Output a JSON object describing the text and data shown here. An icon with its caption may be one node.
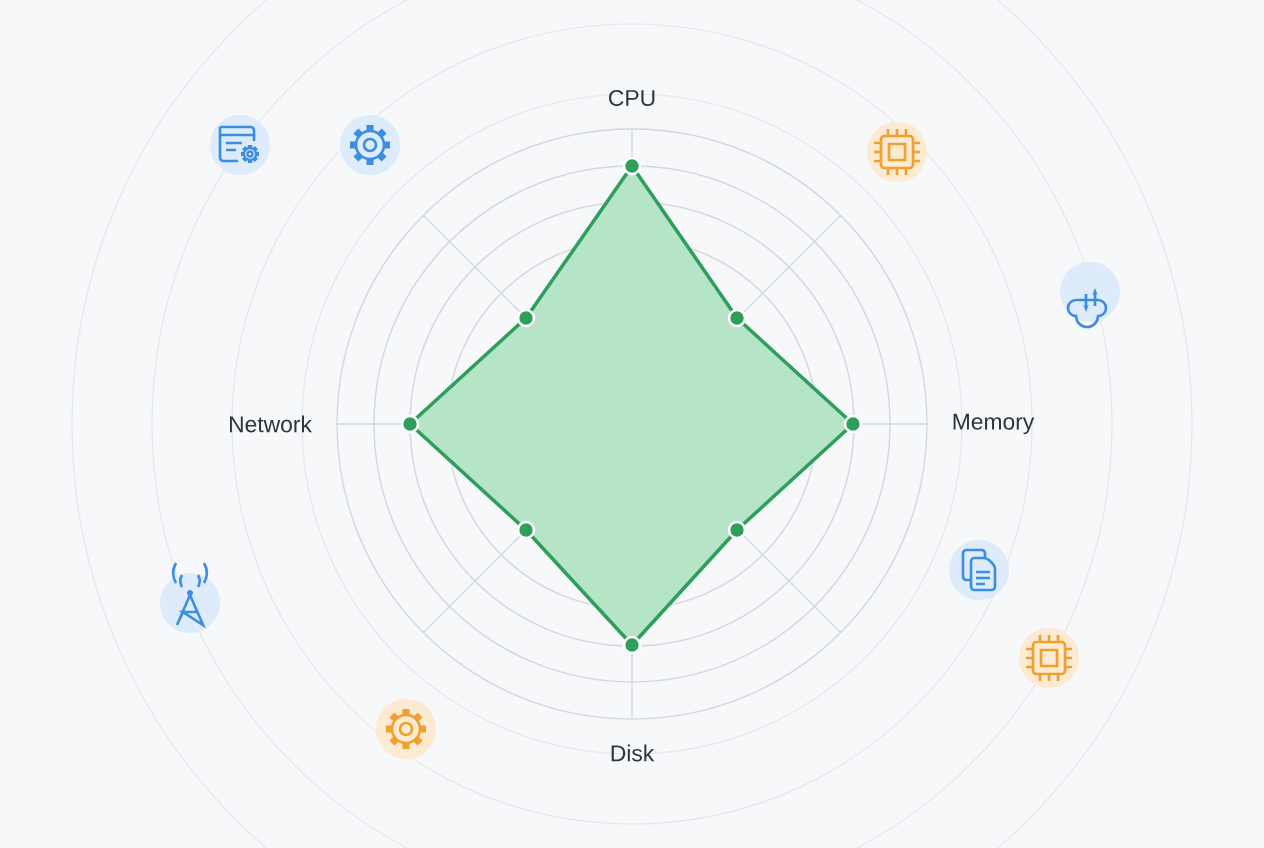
{
  "diagram": {
    "labels": [
      "CPU",
      "Network",
      "Memory",
      "Disk"
    ]
  }
}
